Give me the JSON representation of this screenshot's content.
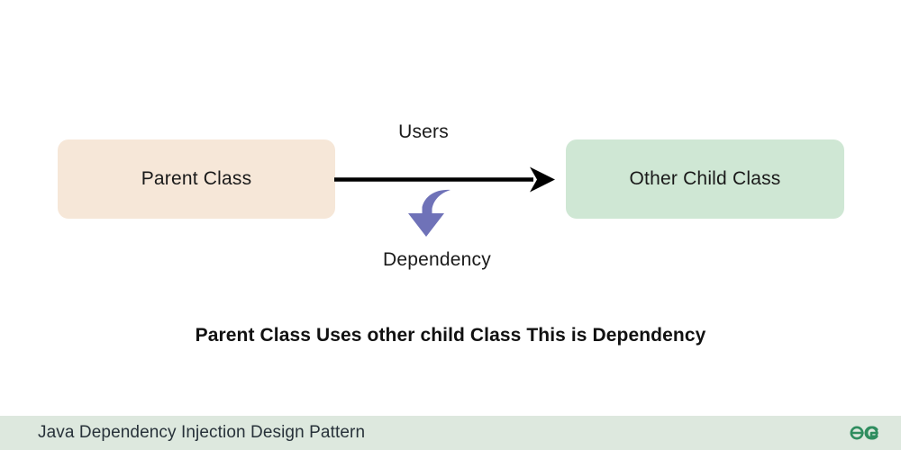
{
  "diagram": {
    "title": "Java Dependency Injection Design Pattern",
    "nodes": [
      {
        "id": "parent",
        "label": "Parent Class",
        "color": "#f6e7d8"
      },
      {
        "id": "child",
        "label": "Other Child Class",
        "color": "#cfe7d4"
      }
    ],
    "edges": [
      {
        "id": "uses",
        "label": "Users",
        "from": "parent",
        "to": "child",
        "color": "#000000"
      },
      {
        "id": "dependency",
        "label": "Dependency",
        "color": "#6f72b8"
      }
    ],
    "caption": "Parent Class Uses other child Class This is Dependency"
  },
  "footer": {
    "title": "Java Dependency Injection Design Pattern",
    "logo_alt": "geeksforgeeks-logo",
    "logo_color": "#2f8d5f",
    "background": "#dde8de"
  }
}
